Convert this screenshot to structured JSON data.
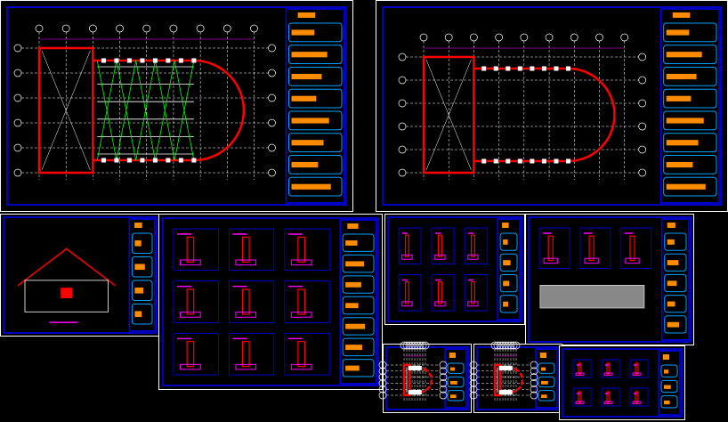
{
  "colors": {
    "background": "#000000",
    "sheet_border": "#ffffff",
    "frame": "#0000ff",
    "title_frame": "#00a0ff",
    "title_fill": "#ff8c00",
    "wall": "#ff0000",
    "grid_axis": "#ffffff",
    "bracing": "#00ff00",
    "dimension": "#ff00ff",
    "column": "#ffffff"
  },
  "sheets": [
    {
      "id": "plan-structure-1",
      "kind": "plan-braced"
    },
    {
      "id": "plan-structure-2",
      "kind": "plan"
    },
    {
      "id": "elevation-roof",
      "kind": "elevation"
    },
    {
      "id": "details-foundation",
      "kind": "details"
    },
    {
      "id": "details-stair",
      "kind": "details"
    },
    {
      "id": "section-wall",
      "kind": "section"
    },
    {
      "id": "plan-small-1",
      "kind": "small"
    },
    {
      "id": "plan-small-2",
      "kind": "small"
    },
    {
      "id": "details-beams",
      "kind": "details"
    }
  ]
}
